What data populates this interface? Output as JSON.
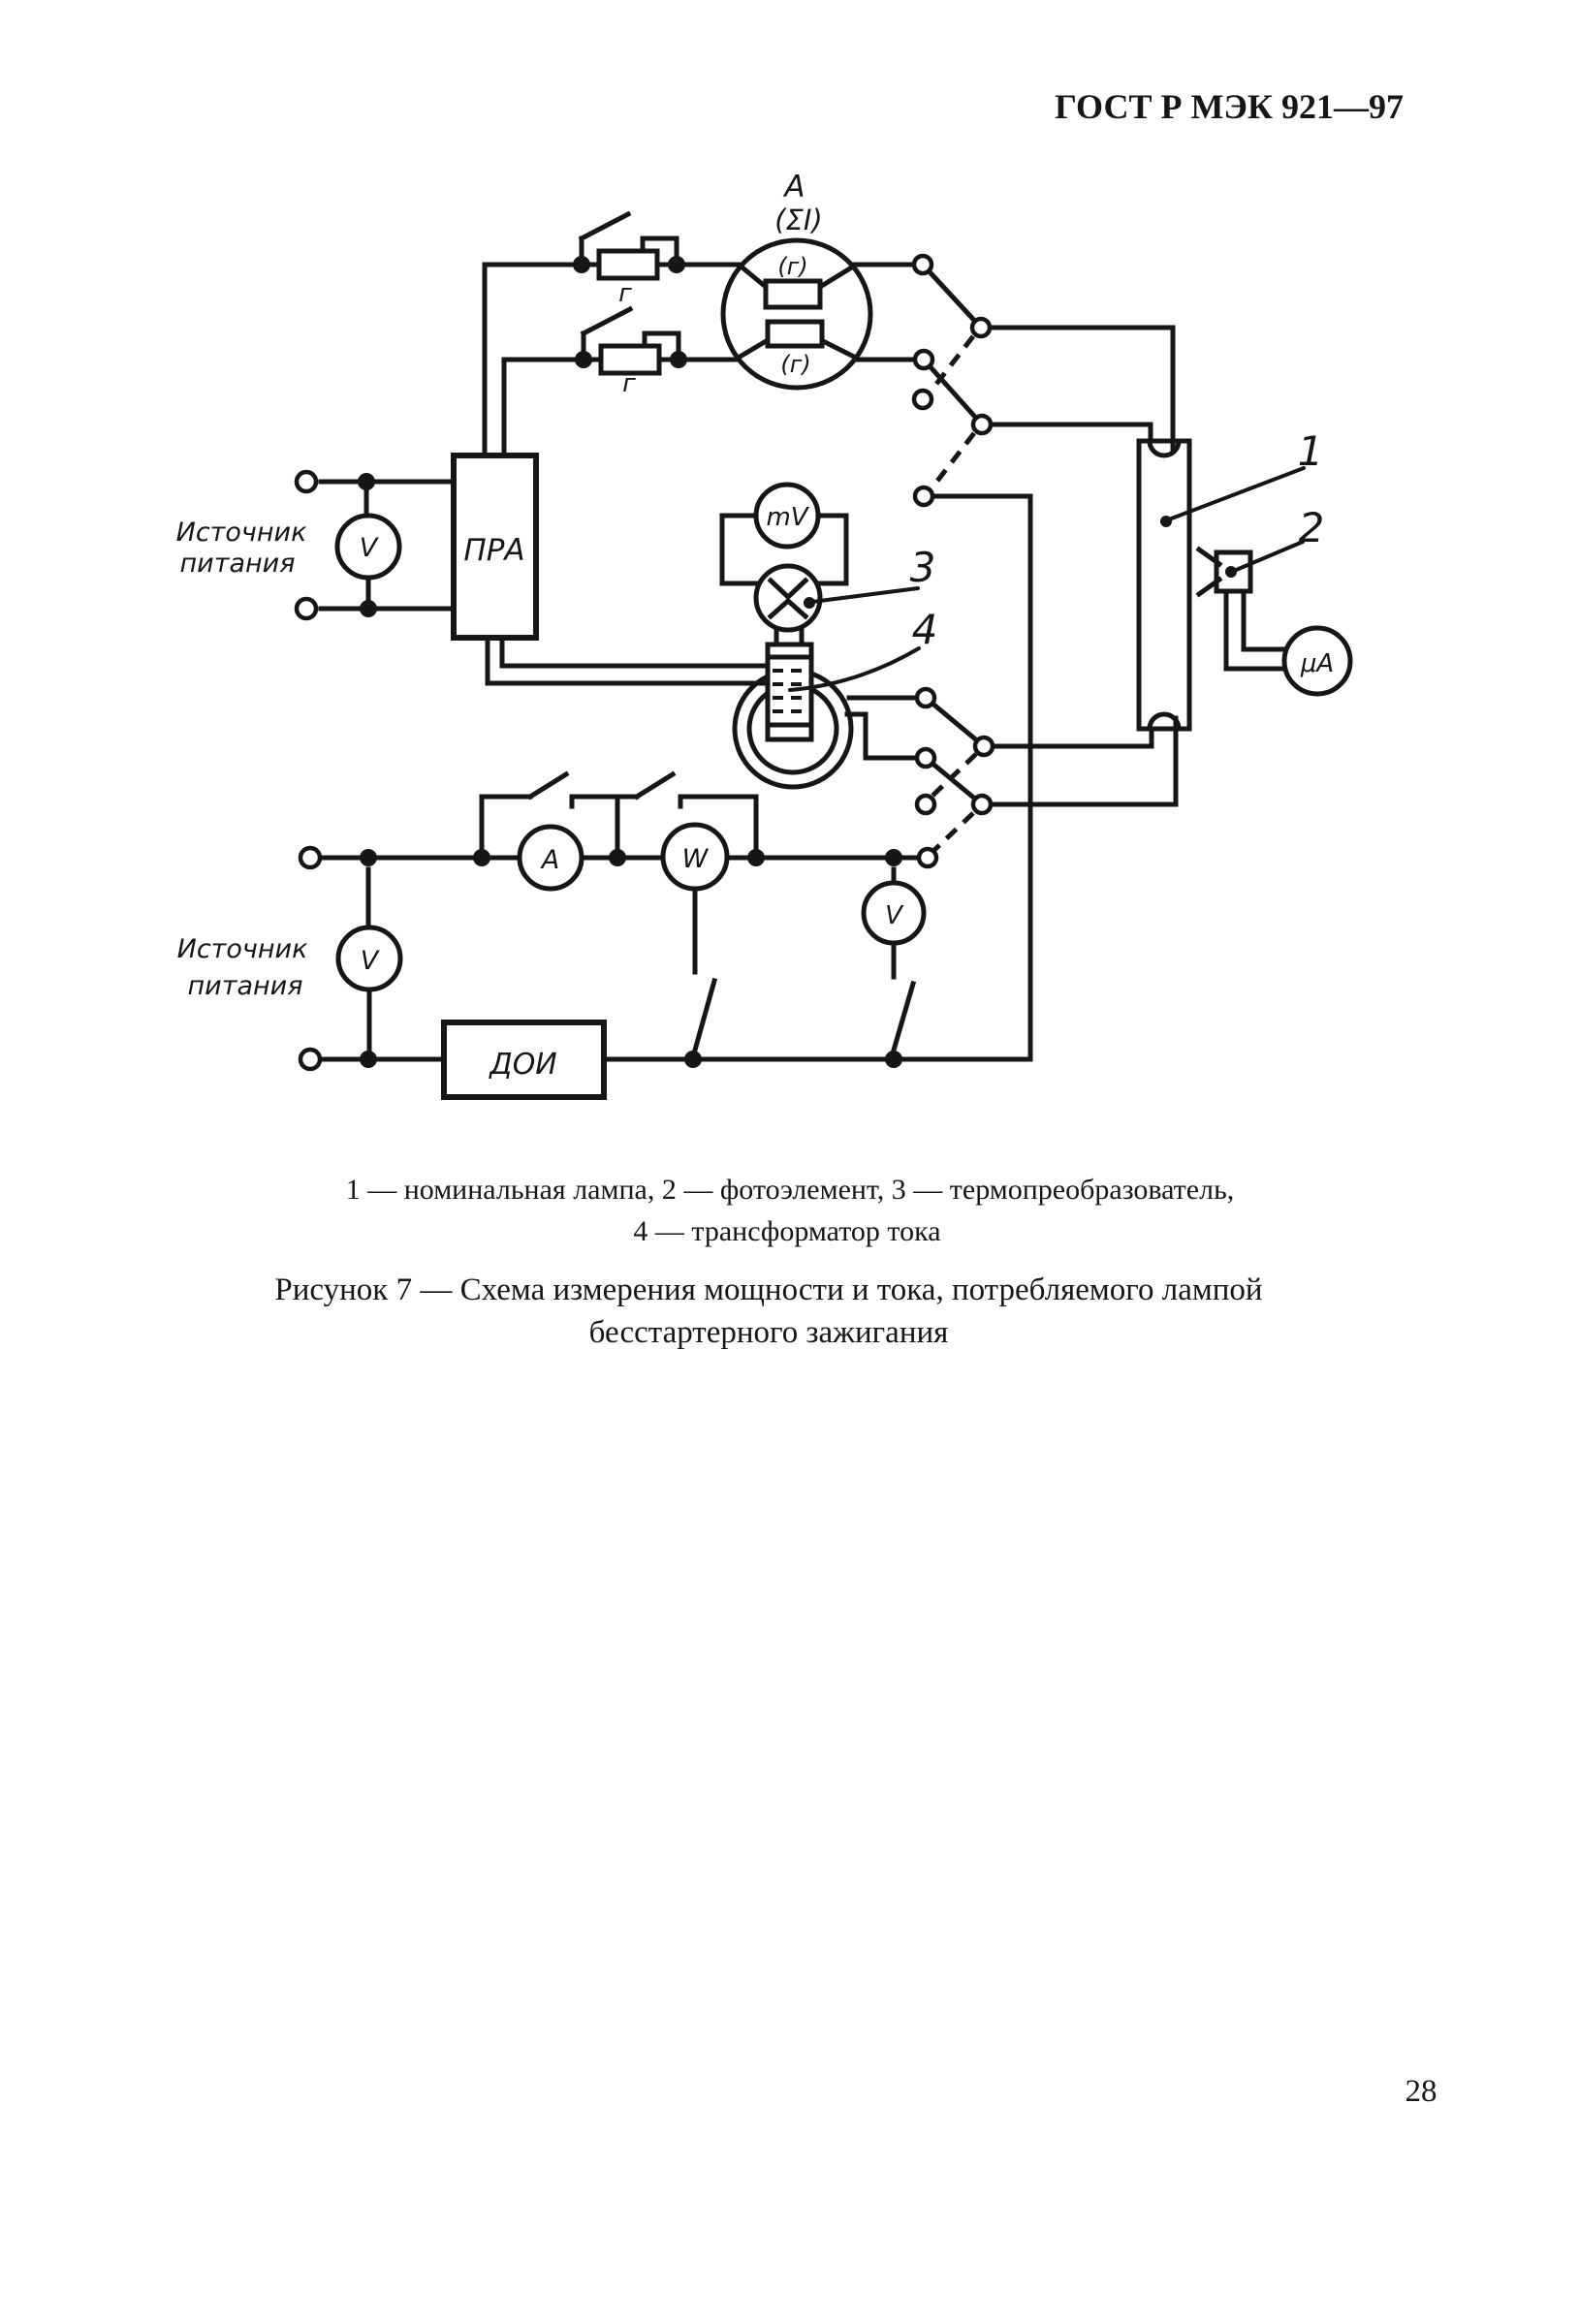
{
  "page": {
    "header": "ГОСТ Р МЭК 921—97",
    "page_number": "28",
    "caption_line1": "1 — номинальная лампа, 2 — фотоэлемент, 3 — термопреобразователь,",
    "caption_line2": "4 — трансформатор тока",
    "title_line1": "Рисунок 7 — Схема измерения мощности и тока, потребляемого лампой",
    "title_line2": "бесстартерного зажигания"
  },
  "diagram": {
    "colors": {
      "ink": "#161616",
      "paper": "#ffffff"
    },
    "source_top": {
      "line1": "Источник",
      "line2": "питания",
      "voltmeter": "V"
    },
    "source_bottom": {
      "line1": "Источник",
      "line2": "питания",
      "voltmeter": "V"
    },
    "ballast_label": "ПРА",
    "doi_label": "ДОИ",
    "sum_ammeter": {
      "label": "A",
      "sublabel": "(ΣI)",
      "shunt_top": "(г)",
      "shunt_bottom": "(г)"
    },
    "resistor_top_label": "г",
    "resistor_bottom_label": "г",
    "millivoltmeter_label": "mV",
    "ammeter_label": "A",
    "wattmeter_label": "W",
    "line_voltmeter_label": "V",
    "lamp_voltmeter_label": "V",
    "microammeter_label": "μA",
    "ref_lamp": "1",
    "ref_photocell": "2",
    "ref_thermoconverter": "3",
    "ref_current_transformer": "4"
  }
}
